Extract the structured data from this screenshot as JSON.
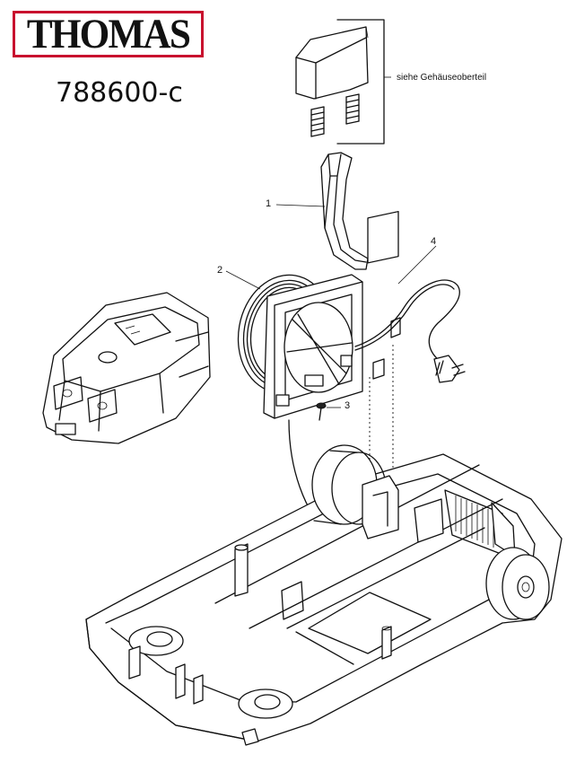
{
  "brand": {
    "name": "THOMAS",
    "border_color": "#c8102e"
  },
  "model": "788600-c",
  "callouts": {
    "housing_top": "siehe Gehäuseoberteil"
  },
  "parts": [
    {
      "number": "1"
    },
    {
      "number": "2"
    },
    {
      "number": "3"
    },
    {
      "number": "4"
    }
  ]
}
